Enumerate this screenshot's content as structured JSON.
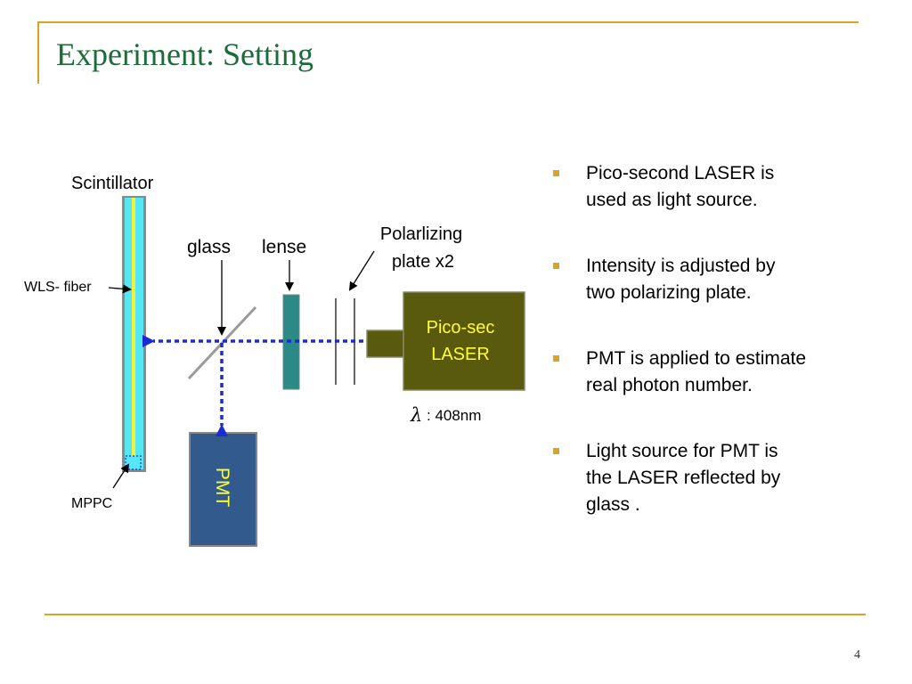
{
  "slide": {
    "title": "Experiment: Setting",
    "page_number": "4"
  },
  "diagram": {
    "scintillator_label": "Scintillator",
    "wls_fiber_label": "WLS- fiber",
    "mppc_label": "MPPC",
    "glass_label": "glass",
    "lense_label": "lense",
    "polarizing_label_line1": "Polarlizing",
    "polarizing_label_line2": "plate x2",
    "laser_label_line1": "Pico-sec",
    "laser_label_line2": "LASER",
    "pmt_label": "PMT",
    "wavelength_symbol": "λ",
    "wavelength_value": ": 408nm"
  },
  "bullets": [
    {
      "text": "Pico-second LASER is\nused as light source."
    },
    {
      "text": "Intensity is adjusted by\ntwo polarizing plate."
    },
    {
      "text": "PMT is applied to estimate\nreal photon number."
    },
    {
      "text": "Light source for PMT is\nthe LASER reflected by\nglass ."
    }
  ],
  "colors": {
    "title": "#1d6b38",
    "accent_rule": "#d9a520",
    "scintillator": "#55e8f4",
    "wls_fiber": "#f2f23c",
    "lens": "#2b8a85",
    "laser_body": "#5a5a0e",
    "laser_text": "#ffff33",
    "pmt_body": "#335a8c",
    "pmt_text": "#ffff33",
    "beam": "#1a2bd6"
  }
}
